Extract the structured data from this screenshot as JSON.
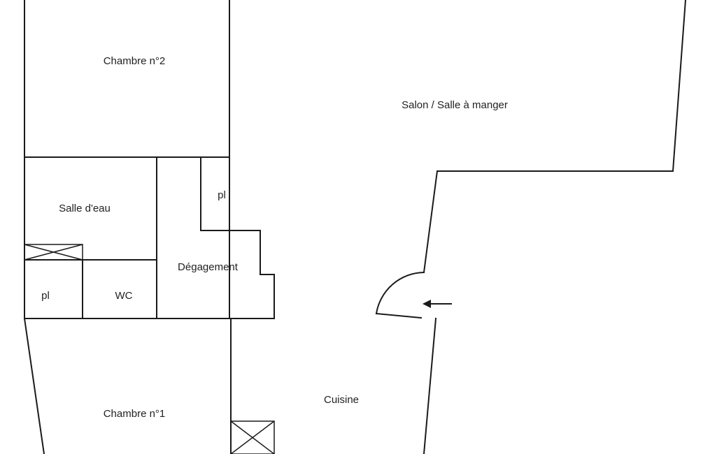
{
  "rooms": {
    "chambre_2": "Chambre n°2",
    "salon": "Salon / Salle à manger",
    "salle_eau": "Salle d'eau",
    "placard_top": "pl",
    "degagement": "Dégagement",
    "placard_bottom": "pl",
    "wc": "WC",
    "cuisine": "Cuisine",
    "chambre_1": "Chambre n°1"
  },
  "colors": {
    "wall": "#1a1a1a",
    "text": "#222222",
    "background": "#ffffff"
  },
  "icons": {
    "entrance": "arrow-left-icon"
  }
}
